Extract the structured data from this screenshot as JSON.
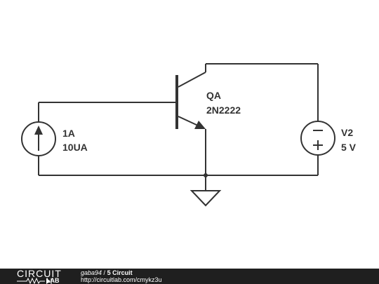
{
  "components": {
    "current_source": {
      "name": "1A",
      "value": "10UA"
    },
    "transistor": {
      "name": "QA",
      "value": "2N2222"
    },
    "voltage_source": {
      "name": "V2",
      "value": "5 V"
    }
  },
  "footer": {
    "logo_main": "CIRCUIT",
    "logo_sub": "LAB",
    "author": "gaba94",
    "separator": " / ",
    "title": "5 Circuit",
    "url": "http://circuitlab.com/cmykz3u"
  }
}
